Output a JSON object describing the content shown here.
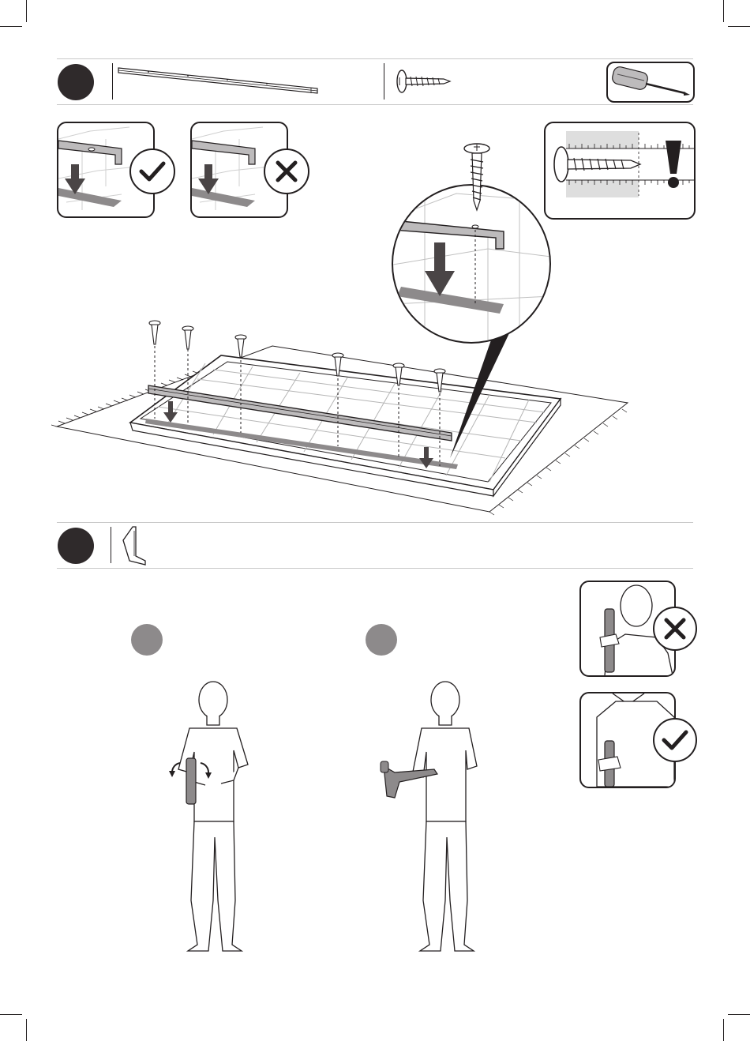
{
  "page": {
    "background": "#ffffff",
    "ink": "#231f20",
    "accent_gray": "#8d8a8b",
    "badge_dark": "#2f2a2b"
  },
  "step_1": {
    "parts": [
      {
        "icon": "metal-rail-icon"
      },
      {
        "icon": "screw-icon"
      },
      {
        "icon": "screwdriver-icon"
      }
    ],
    "details": [
      {
        "icon": "check-icon",
        "status": "correct"
      },
      {
        "icon": "cross-icon",
        "status": "incorrect"
      },
      {
        "icon": "exclamation-icon",
        "status": "warning"
      }
    ]
  },
  "step_2": {
    "parts": [
      {
        "icon": "lever-tool-icon"
      }
    ],
    "details": [
      {
        "icon": "cross-icon",
        "status": "incorrect"
      },
      {
        "icon": "check-icon",
        "status": "correct"
      }
    ]
  }
}
